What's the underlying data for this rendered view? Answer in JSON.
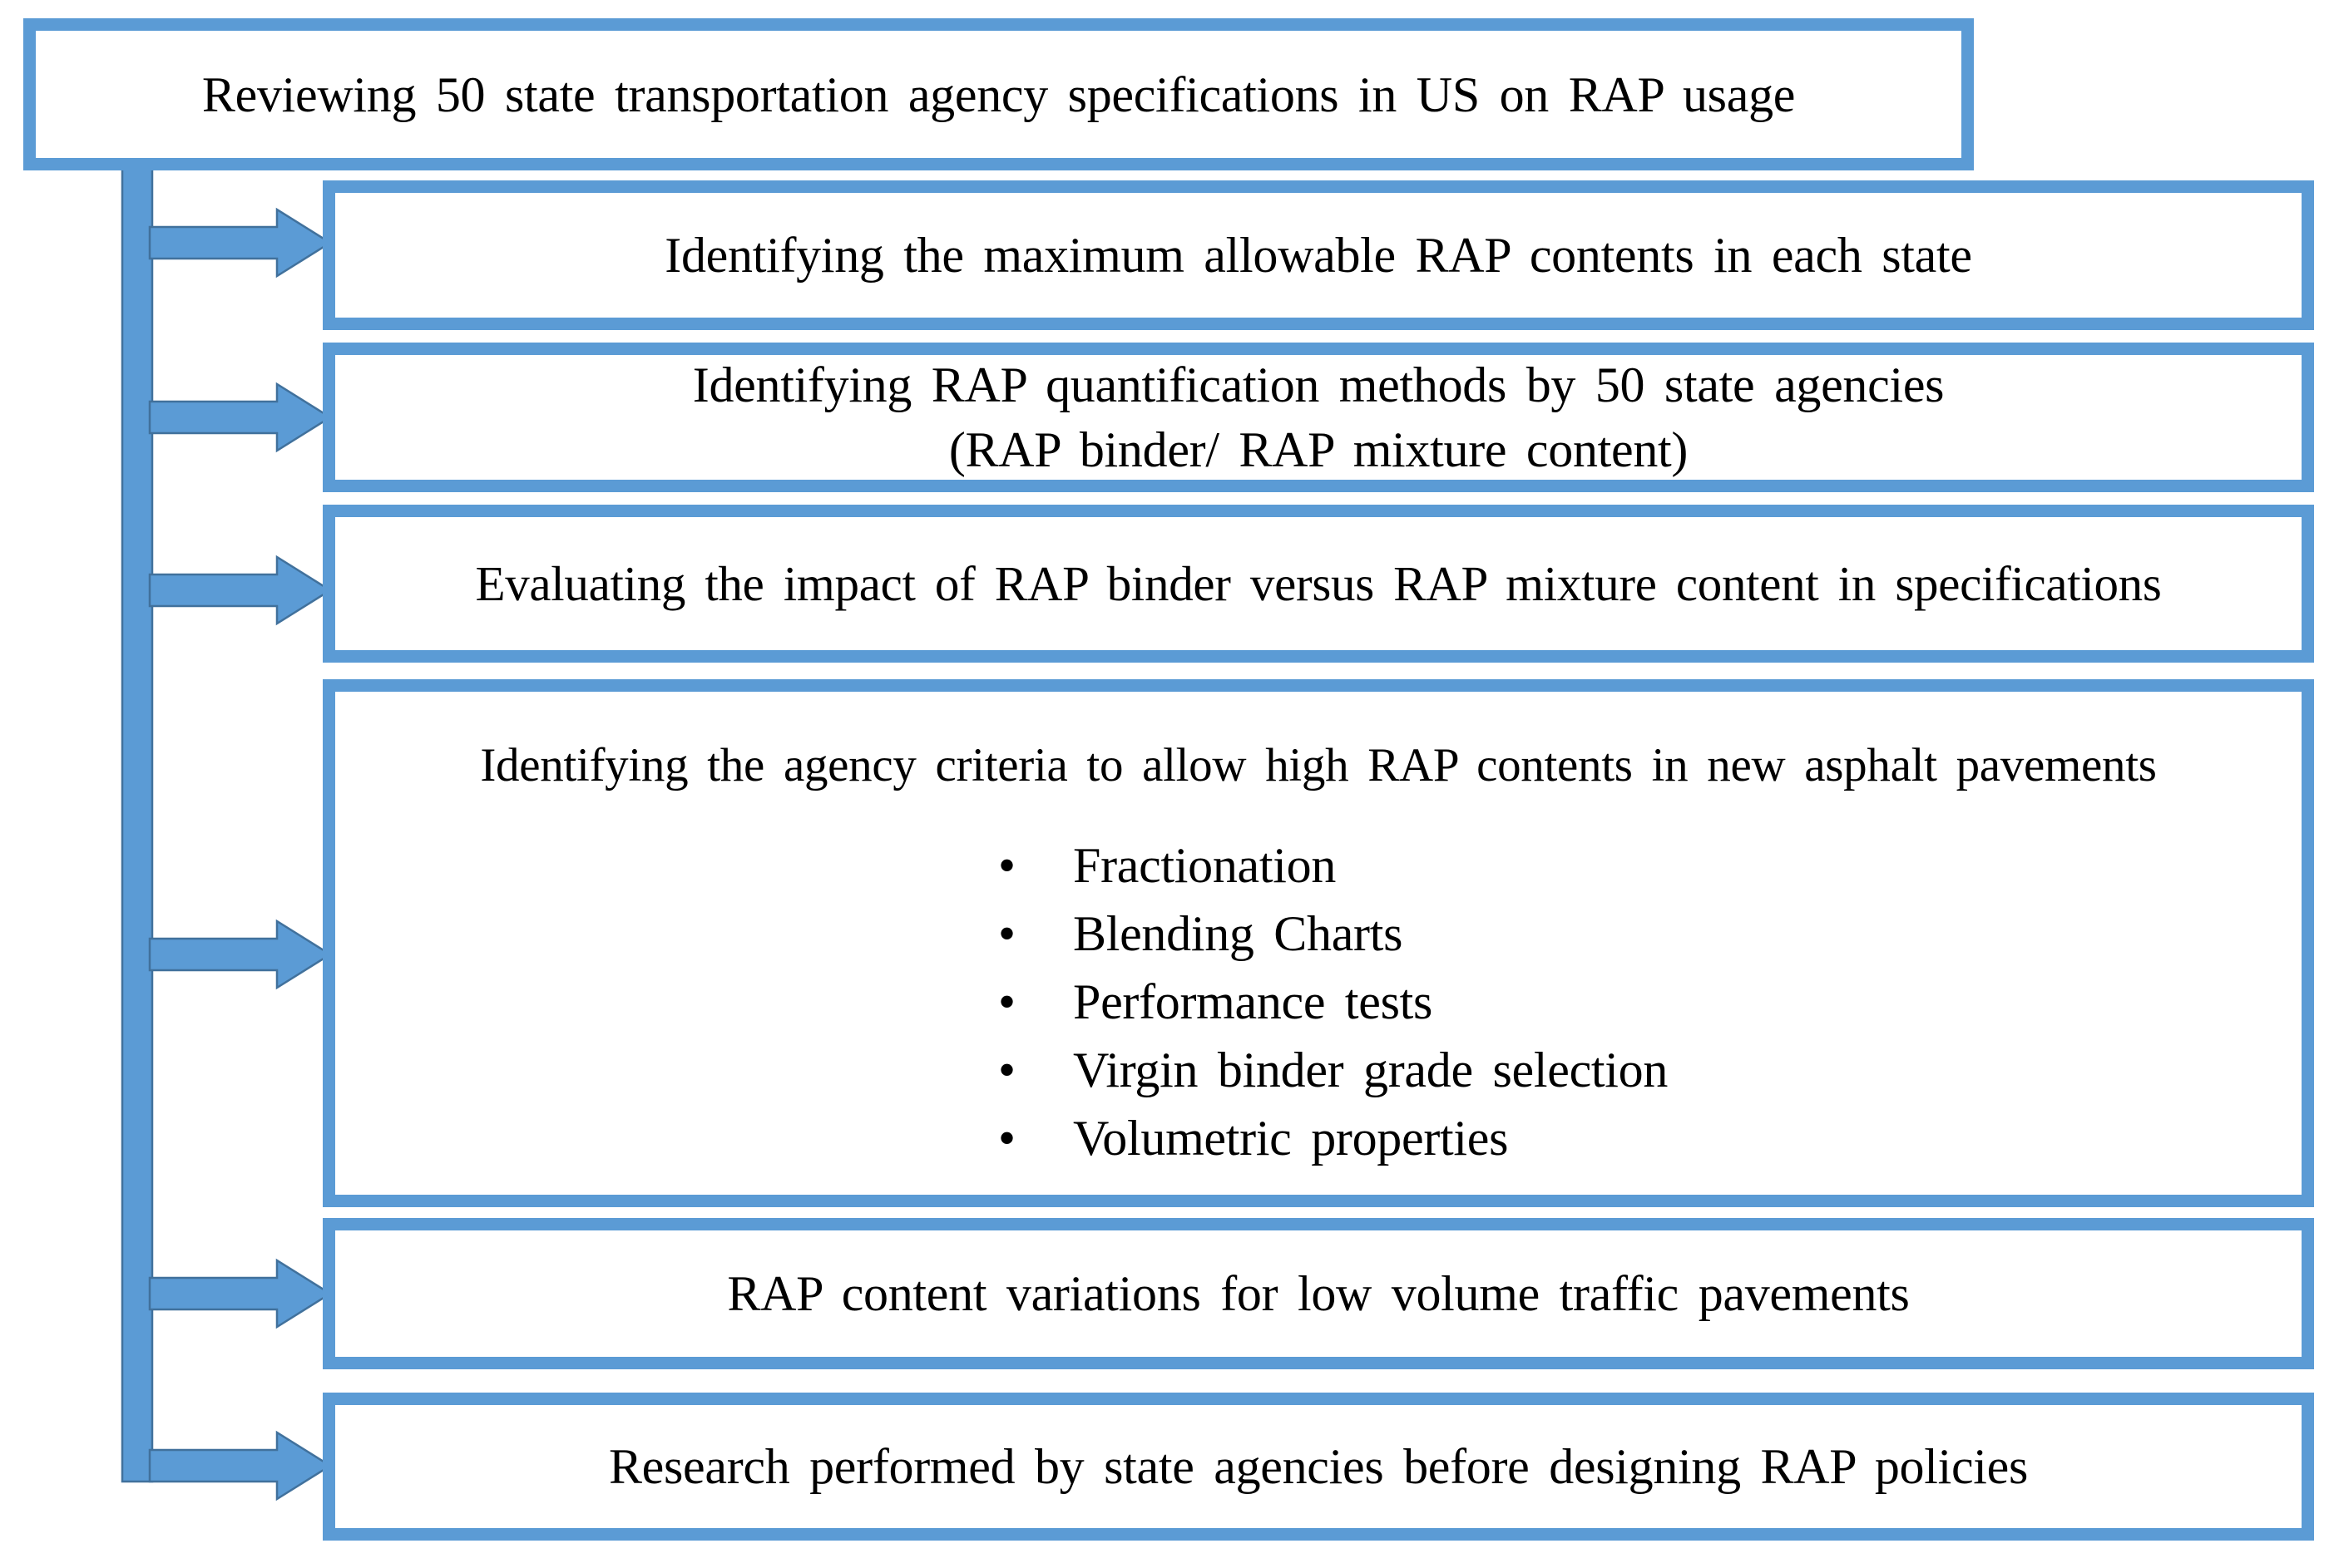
{
  "colors": {
    "box_border": "#5B9BD5",
    "connector_fill": "#5B9BD5",
    "connector_stroke": "#41719C",
    "text": "#000000",
    "background": "#FFFFFF"
  },
  "flowchart": {
    "root": {
      "text": "Reviewing 50 state transportation agency specifications in US on RAP usage"
    },
    "steps": [
      {
        "id": "max-allowable",
        "lines": [
          "Identifying the maximum allowable RAP contents in each state"
        ]
      },
      {
        "id": "quantification",
        "lines": [
          "Identifying RAP quantification methods by 50 state agencies",
          "(RAP binder/ RAP mixture content)"
        ]
      },
      {
        "id": "impact",
        "lines": [
          "Evaluating the impact of RAP binder versus RAP mixture content in specifications"
        ]
      },
      {
        "id": "criteria",
        "heading": "Identifying the agency criteria to allow high RAP contents in new asphalt pavements",
        "bullet_char": "•",
        "bullets": [
          "Fractionation",
          "Blending Charts",
          "Performance tests",
          "Virgin binder grade selection",
          "Volumetric properties"
        ]
      },
      {
        "id": "low-volume",
        "lines": [
          "RAP content variations for low volume traffic pavements"
        ]
      },
      {
        "id": "research",
        "lines": [
          "Research performed by state agencies before designing  RAP policies"
        ]
      }
    ]
  }
}
